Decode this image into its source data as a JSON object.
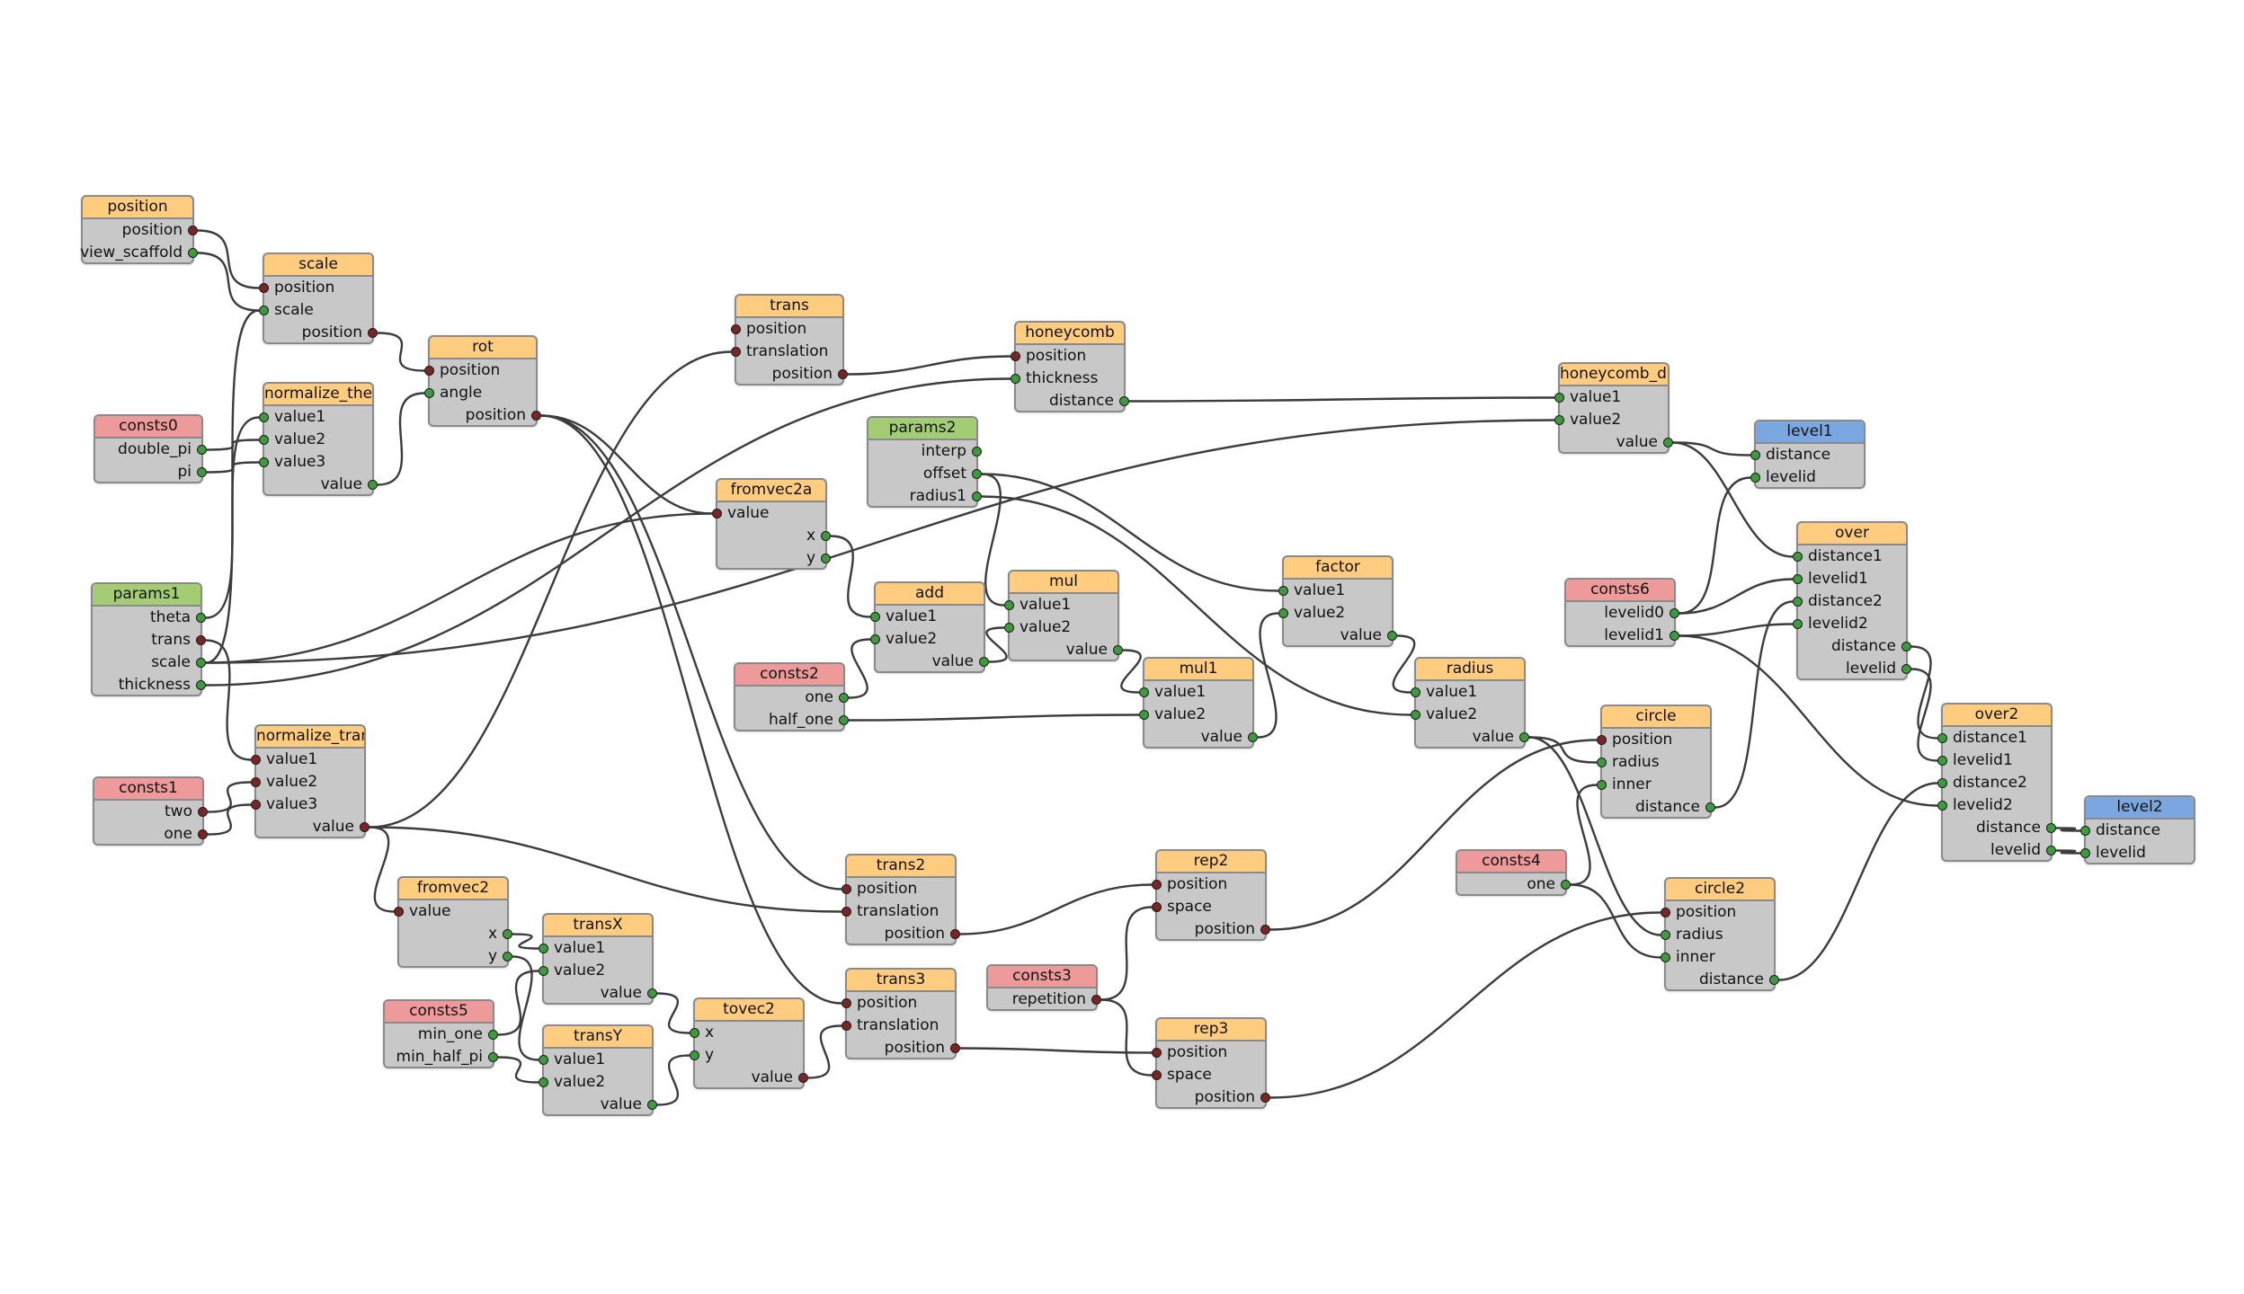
{
  "colors": {
    "op": "#ffcc80",
    "input": "#a3cc74",
    "const": "#ef9a9a",
    "output": "#7aa7e0",
    "body": "#c8c8c8",
    "wire": "#3c3c3c",
    "port_vec": "#7a2626",
    "port_scalar": "#3f9a3f"
  },
  "nodes": [
    {
      "id": "position",
      "title": "position",
      "kind": "op",
      "inputs": [],
      "outputs": [
        {
          "name": "position",
          "type": "vec"
        },
        {
          "name": "view_scaffold",
          "type": "scalar"
        }
      ]
    },
    {
      "id": "scale",
      "title": "scale",
      "kind": "op",
      "inputs": [
        {
          "name": "position",
          "type": "vec"
        },
        {
          "name": "scale",
          "type": "scalar"
        }
      ],
      "outputs": [
        {
          "name": "position",
          "type": "vec"
        }
      ]
    },
    {
      "id": "normalize_theta",
      "title": "normalize_theta",
      "kind": "op",
      "inputs": [
        {
          "name": "value1",
          "type": "scalar"
        },
        {
          "name": "value2",
          "type": "scalar"
        },
        {
          "name": "value3",
          "type": "scalar"
        }
      ],
      "outputs": [
        {
          "name": "value",
          "type": "scalar"
        }
      ]
    },
    {
      "id": "consts0",
      "title": "consts0",
      "kind": "const",
      "inputs": [],
      "outputs": [
        {
          "name": "double_pi",
          "type": "scalar"
        },
        {
          "name": "pi",
          "type": "scalar"
        }
      ]
    },
    {
      "id": "params1",
      "title": "params1",
      "kind": "input",
      "inputs": [],
      "outputs": [
        {
          "name": "theta",
          "type": "scalar"
        },
        {
          "name": "trans",
          "type": "vec"
        },
        {
          "name": "scale",
          "type": "scalar"
        },
        {
          "name": "thickness",
          "type": "scalar"
        }
      ]
    },
    {
      "id": "rot",
      "title": "rot",
      "kind": "op",
      "inputs": [
        {
          "name": "position",
          "type": "vec"
        },
        {
          "name": "angle",
          "type": "scalar"
        }
      ],
      "outputs": [
        {
          "name": "position",
          "type": "vec"
        }
      ]
    },
    {
      "id": "trans",
      "title": "trans",
      "kind": "op",
      "inputs": [
        {
          "name": "position",
          "type": "vec"
        },
        {
          "name": "translation",
          "type": "vec"
        }
      ],
      "outputs": [
        {
          "name": "position",
          "type": "vec"
        }
      ]
    },
    {
      "id": "honeycomb",
      "title": "honeycomb",
      "kind": "op",
      "inputs": [
        {
          "name": "position",
          "type": "vec"
        },
        {
          "name": "thickness",
          "type": "scalar"
        }
      ],
      "outputs": [
        {
          "name": "distance",
          "type": "scalar"
        }
      ]
    },
    {
      "id": "honeycomb_dist",
      "title": "honeycomb_dist",
      "kind": "op",
      "inputs": [
        {
          "name": "value1",
          "type": "scalar"
        },
        {
          "name": "value2",
          "type": "scalar"
        }
      ],
      "outputs": [
        {
          "name": "value",
          "type": "scalar"
        }
      ]
    },
    {
      "id": "level1",
      "title": "level1",
      "kind": "output",
      "inputs": [
        {
          "name": "distance",
          "type": "scalar"
        },
        {
          "name": "levelid",
          "type": "scalar"
        }
      ],
      "outputs": []
    },
    {
      "id": "params2",
      "title": "params2",
      "kind": "input",
      "inputs": [],
      "outputs": [
        {
          "name": "interp",
          "type": "scalar"
        },
        {
          "name": "offset",
          "type": "scalar"
        },
        {
          "name": "radius1",
          "type": "scalar"
        }
      ]
    },
    {
      "id": "fromvec2a",
      "title": "fromvec2a",
      "kind": "op",
      "inputs": [
        {
          "name": "value",
          "type": "vec"
        }
      ],
      "outputs": [
        {
          "name": "x",
          "type": "scalar"
        },
        {
          "name": "y",
          "type": "scalar"
        }
      ]
    },
    {
      "id": "add",
      "title": "add",
      "kind": "op",
      "inputs": [
        {
          "name": "value1",
          "type": "scalar"
        },
        {
          "name": "value2",
          "type": "scalar"
        }
      ],
      "outputs": [
        {
          "name": "value",
          "type": "scalar"
        }
      ]
    },
    {
      "id": "mul",
      "title": "mul",
      "kind": "op",
      "inputs": [
        {
          "name": "value1",
          "type": "scalar"
        },
        {
          "name": "value2",
          "type": "scalar"
        }
      ],
      "outputs": [
        {
          "name": "value",
          "type": "scalar"
        }
      ]
    },
    {
      "id": "mul1",
      "title": "mul1",
      "kind": "op",
      "inputs": [
        {
          "name": "value1",
          "type": "scalar"
        },
        {
          "name": "value2",
          "type": "scalar"
        }
      ],
      "outputs": [
        {
          "name": "value",
          "type": "scalar"
        }
      ]
    },
    {
      "id": "consts2",
      "title": "consts2",
      "kind": "const",
      "inputs": [],
      "outputs": [
        {
          "name": "one",
          "type": "scalar"
        },
        {
          "name": "half_one",
          "type": "scalar"
        }
      ]
    },
    {
      "id": "factor",
      "title": "factor",
      "kind": "op",
      "inputs": [
        {
          "name": "value1",
          "type": "scalar"
        },
        {
          "name": "value2",
          "type": "scalar"
        }
      ],
      "outputs": [
        {
          "name": "value",
          "type": "scalar"
        }
      ]
    },
    {
      "id": "radius",
      "title": "radius",
      "kind": "op",
      "inputs": [
        {
          "name": "value1",
          "type": "scalar"
        },
        {
          "name": "value2",
          "type": "scalar"
        }
      ],
      "outputs": [
        {
          "name": "value",
          "type": "scalar"
        }
      ]
    },
    {
      "id": "consts6",
      "title": "consts6",
      "kind": "const",
      "inputs": [],
      "outputs": [
        {
          "name": "levelid0",
          "type": "scalar"
        },
        {
          "name": "levelid1",
          "type": "scalar"
        }
      ]
    },
    {
      "id": "over",
      "title": "over",
      "kind": "op",
      "inputs": [
        {
          "name": "distance1",
          "type": "scalar"
        },
        {
          "name": "levelid1",
          "type": "scalar"
        },
        {
          "name": "distance2",
          "type": "scalar"
        },
        {
          "name": "levelid2",
          "type": "scalar"
        }
      ],
      "outputs": [
        {
          "name": "distance",
          "type": "scalar"
        },
        {
          "name": "levelid",
          "type": "scalar"
        }
      ]
    },
    {
      "id": "circle",
      "title": "circle",
      "kind": "op",
      "inputs": [
        {
          "name": "position",
          "type": "vec"
        },
        {
          "name": "radius",
          "type": "scalar"
        },
        {
          "name": "inner",
          "type": "scalar"
        }
      ],
      "outputs": [
        {
          "name": "distance",
          "type": "scalar"
        }
      ]
    },
    {
      "id": "over2",
      "title": "over2",
      "kind": "op",
      "inputs": [
        {
          "name": "distance1",
          "type": "scalar"
        },
        {
          "name": "levelid1",
          "type": "scalar"
        },
        {
          "name": "distance2",
          "type": "scalar"
        },
        {
          "name": "levelid2",
          "type": "scalar"
        }
      ],
      "outputs": [
        {
          "name": "distance",
          "type": "scalar"
        },
        {
          "name": "levelid",
          "type": "scalar"
        }
      ]
    },
    {
      "id": "level2",
      "title": "level2",
      "kind": "output",
      "inputs": [
        {
          "name": "distance",
          "type": "scalar"
        },
        {
          "name": "levelid",
          "type": "scalar"
        }
      ],
      "outputs": []
    },
    {
      "id": "consts1",
      "title": "consts1",
      "kind": "const",
      "inputs": [],
      "outputs": [
        {
          "name": "two",
          "type": "vec"
        },
        {
          "name": "one",
          "type": "vec"
        }
      ]
    },
    {
      "id": "normalize_trans",
      "title": "normalize_trans",
      "kind": "op",
      "inputs": [
        {
          "name": "value1",
          "type": "vec"
        },
        {
          "name": "value2",
          "type": "vec"
        },
        {
          "name": "value3",
          "type": "vec"
        }
      ],
      "outputs": [
        {
          "name": "value",
          "type": "vec"
        }
      ]
    },
    {
      "id": "fromvec2",
      "title": "fromvec2",
      "kind": "op",
      "inputs": [
        {
          "name": "value",
          "type": "vec"
        }
      ],
      "outputs": [
        {
          "name": "x",
          "type": "scalar"
        },
        {
          "name": "y",
          "type": "scalar"
        }
      ]
    },
    {
      "id": "transX",
      "title": "transX",
      "kind": "op",
      "inputs": [
        {
          "name": "value1",
          "type": "scalar"
        },
        {
          "name": "value2",
          "type": "scalar"
        }
      ],
      "outputs": [
        {
          "name": "value",
          "type": "scalar"
        }
      ]
    },
    {
      "id": "consts5",
      "title": "consts5",
      "kind": "const",
      "inputs": [],
      "outputs": [
        {
          "name": "min_one",
          "type": "scalar"
        },
        {
          "name": "min_half_pi",
          "type": "scalar"
        }
      ]
    },
    {
      "id": "transY",
      "title": "transY",
      "kind": "op",
      "inputs": [
        {
          "name": "value1",
          "type": "scalar"
        },
        {
          "name": "value2",
          "type": "scalar"
        }
      ],
      "outputs": [
        {
          "name": "value",
          "type": "scalar"
        }
      ]
    },
    {
      "id": "tovec2",
      "title": "tovec2",
      "kind": "op",
      "inputs": [
        {
          "name": "x",
          "type": "scalar"
        },
        {
          "name": "y",
          "type": "scalar"
        }
      ],
      "outputs": [
        {
          "name": "value",
          "type": "vec"
        }
      ]
    },
    {
      "id": "trans2",
      "title": "trans2",
      "kind": "op",
      "inputs": [
        {
          "name": "position",
          "type": "vec"
        },
        {
          "name": "translation",
          "type": "vec"
        }
      ],
      "outputs": [
        {
          "name": "position",
          "type": "vec"
        }
      ]
    },
    {
      "id": "trans3",
      "title": "trans3",
      "kind": "op",
      "inputs": [
        {
          "name": "position",
          "type": "vec"
        },
        {
          "name": "translation",
          "type": "vec"
        }
      ],
      "outputs": [
        {
          "name": "position",
          "type": "vec"
        }
      ]
    },
    {
      "id": "rep2",
      "title": "rep2",
      "kind": "op",
      "inputs": [
        {
          "name": "position",
          "type": "vec"
        },
        {
          "name": "space",
          "type": "vec"
        }
      ],
      "outputs": [
        {
          "name": "position",
          "type": "vec"
        }
      ]
    },
    {
      "id": "consts3",
      "title": "consts3",
      "kind": "const",
      "inputs": [],
      "outputs": [
        {
          "name": "repetition",
          "type": "vec"
        }
      ]
    },
    {
      "id": "rep3",
      "title": "rep3",
      "kind": "op",
      "inputs": [
        {
          "name": "position",
          "type": "vec"
        },
        {
          "name": "space",
          "type": "vec"
        }
      ],
      "outputs": [
        {
          "name": "position",
          "type": "vec"
        }
      ]
    },
    {
      "id": "consts4",
      "title": "consts4",
      "kind": "const",
      "inputs": [],
      "outputs": [
        {
          "name": "one",
          "type": "scalar"
        }
      ]
    },
    {
      "id": "circle2",
      "title": "circle2",
      "kind": "op",
      "inputs": [
        {
          "name": "position",
          "type": "vec"
        },
        {
          "name": "radius",
          "type": "scalar"
        },
        {
          "name": "inner",
          "type": "scalar"
        }
      ],
      "outputs": [
        {
          "name": "distance",
          "type": "scalar"
        }
      ]
    }
  ],
  "edges": [
    [
      "position",
      "out",
      0,
      "scale",
      "in",
      0
    ],
    [
      "position",
      "out",
      1,
      "scale",
      "in",
      1
    ],
    [
      "scale",
      "out",
      0,
      "rot",
      "in",
      0
    ],
    [
      "normalize_theta",
      "out",
      0,
      "rot",
      "in",
      1
    ],
    [
      "consts0",
      "out",
      0,
      "normalize_theta",
      "in",
      1
    ],
    [
      "consts0",
      "out",
      1,
      "normalize_theta",
      "in",
      2
    ],
    [
      "params1",
      "out",
      0,
      "normalize_theta",
      "in",
      0
    ],
    [
      "params1",
      "out",
      2,
      "scale",
      "in",
      1
    ],
    [
      "params1",
      "out",
      1,
      "normalize_trans",
      "in",
      0
    ],
    [
      "params1",
      "out",
      2,
      "honeycomb_dist",
      "in",
      1
    ],
    [
      "params1",
      "out",
      3,
      "honeycomb",
      "in",
      1
    ],
    [
      "params1",
      "out",
      2,
      "fromvec2a",
      "in",
      0
    ],
    [
      "rot",
      "out",
      0,
      "fromvec2a",
      "in",
      0
    ],
    [
      "rot",
      "out",
      0,
      "trans2",
      "in",
      0
    ],
    [
      "rot",
      "out",
      0,
      "trans3",
      "in",
      0
    ],
    [
      "normalize_trans",
      "out",
      0,
      "trans",
      "in",
      1
    ],
    [
      "trans",
      "out",
      0,
      "honeycomb",
      "in",
      0
    ],
    [
      "honeycomb",
      "out",
      0,
      "honeycomb_dist",
      "in",
      0
    ],
    [
      "honeycomb_dist",
      "out",
      0,
      "level1",
      "in",
      0
    ],
    [
      "honeycomb_dist",
      "out",
      0,
      "over",
      "in",
      0
    ],
    [
      "fromvec2a",
      "out",
      0,
      "add",
      "in",
      0
    ],
    [
      "consts2",
      "out",
      0,
      "add",
      "in",
      1
    ],
    [
      "consts2",
      "out",
      1,
      "mul1",
      "in",
      1
    ],
    [
      "add",
      "out",
      0,
      "mul",
      "in",
      1
    ],
    [
      "params2",
      "out",
      1,
      "mul",
      "in",
      0
    ],
    [
      "mul",
      "out",
      0,
      "mul1",
      "in",
      0
    ],
    [
      "mul1",
      "out",
      0,
      "factor",
      "in",
      1
    ],
    [
      "params2",
      "out",
      1,
      "factor",
      "in",
      0
    ],
    [
      "factor",
      "out",
      0,
      "radius",
      "in",
      0
    ],
    [
      "params2",
      "out",
      2,
      "radius",
      "in",
      1
    ],
    [
      "radius",
      "out",
      0,
      "circle",
      "in",
      1
    ],
    [
      "radius",
      "out",
      0,
      "circle2",
      "in",
      1
    ],
    [
      "consts6",
      "out",
      0,
      "level1",
      "in",
      1
    ],
    [
      "consts6",
      "out",
      0,
      "over",
      "in",
      1
    ],
    [
      "consts6",
      "out",
      1,
      "over",
      "in",
      3
    ],
    [
      "consts6",
      "out",
      1,
      "over2",
      "in",
      3
    ],
    [
      "circle",
      "out",
      0,
      "over",
      "in",
      2
    ],
    [
      "over",
      "out",
      0,
      "over2",
      "in",
      0
    ],
    [
      "over",
      "out",
      1,
      "over2",
      "in",
      1
    ],
    [
      "circle2",
      "out",
      0,
      "over2",
      "in",
      2
    ],
    [
      "over2",
      "out",
      0,
      "level2",
      "in",
      0
    ],
    [
      "over2",
      "out",
      1,
      "level2",
      "in",
      1
    ],
    [
      "consts1",
      "out",
      0,
      "normalize_trans",
      "in",
      1
    ],
    [
      "consts1",
      "out",
      1,
      "normalize_trans",
      "in",
      2
    ],
    [
      "normalize_trans",
      "out",
      0,
      "fromvec2",
      "in",
      0
    ],
    [
      "normalize_trans",
      "out",
      0,
      "trans2",
      "in",
      1
    ],
    [
      "fromvec2",
      "out",
      0,
      "transX",
      "in",
      0
    ],
    [
      "fromvec2",
      "out",
      1,
      "transY",
      "in",
      0
    ],
    [
      "consts5",
      "out",
      0,
      "transX",
      "in",
      1
    ],
    [
      "consts5",
      "out",
      1,
      "transY",
      "in",
      1
    ],
    [
      "transX",
      "out",
      0,
      "tovec2",
      "in",
      0
    ],
    [
      "transY",
      "out",
      0,
      "tovec2",
      "in",
      1
    ],
    [
      "tovec2",
      "out",
      0,
      "trans3",
      "in",
      1
    ],
    [
      "trans2",
      "out",
      0,
      "rep2",
      "in",
      0
    ],
    [
      "consts3",
      "out",
      0,
      "rep2",
      "in",
      1
    ],
    [
      "consts3",
      "out",
      0,
      "rep3",
      "in",
      1
    ],
    [
      "trans3",
      "out",
      0,
      "rep3",
      "in",
      0
    ],
    [
      "rep2",
      "out",
      0,
      "circle",
      "in",
      0
    ],
    [
      "rep3",
      "out",
      0,
      "circle2",
      "in",
      0
    ],
    [
      "consts4",
      "out",
      0,
      "circle",
      "in",
      2
    ],
    [
      "consts4",
      "out",
      0,
      "circle2",
      "in",
      2
    ]
  ]
}
